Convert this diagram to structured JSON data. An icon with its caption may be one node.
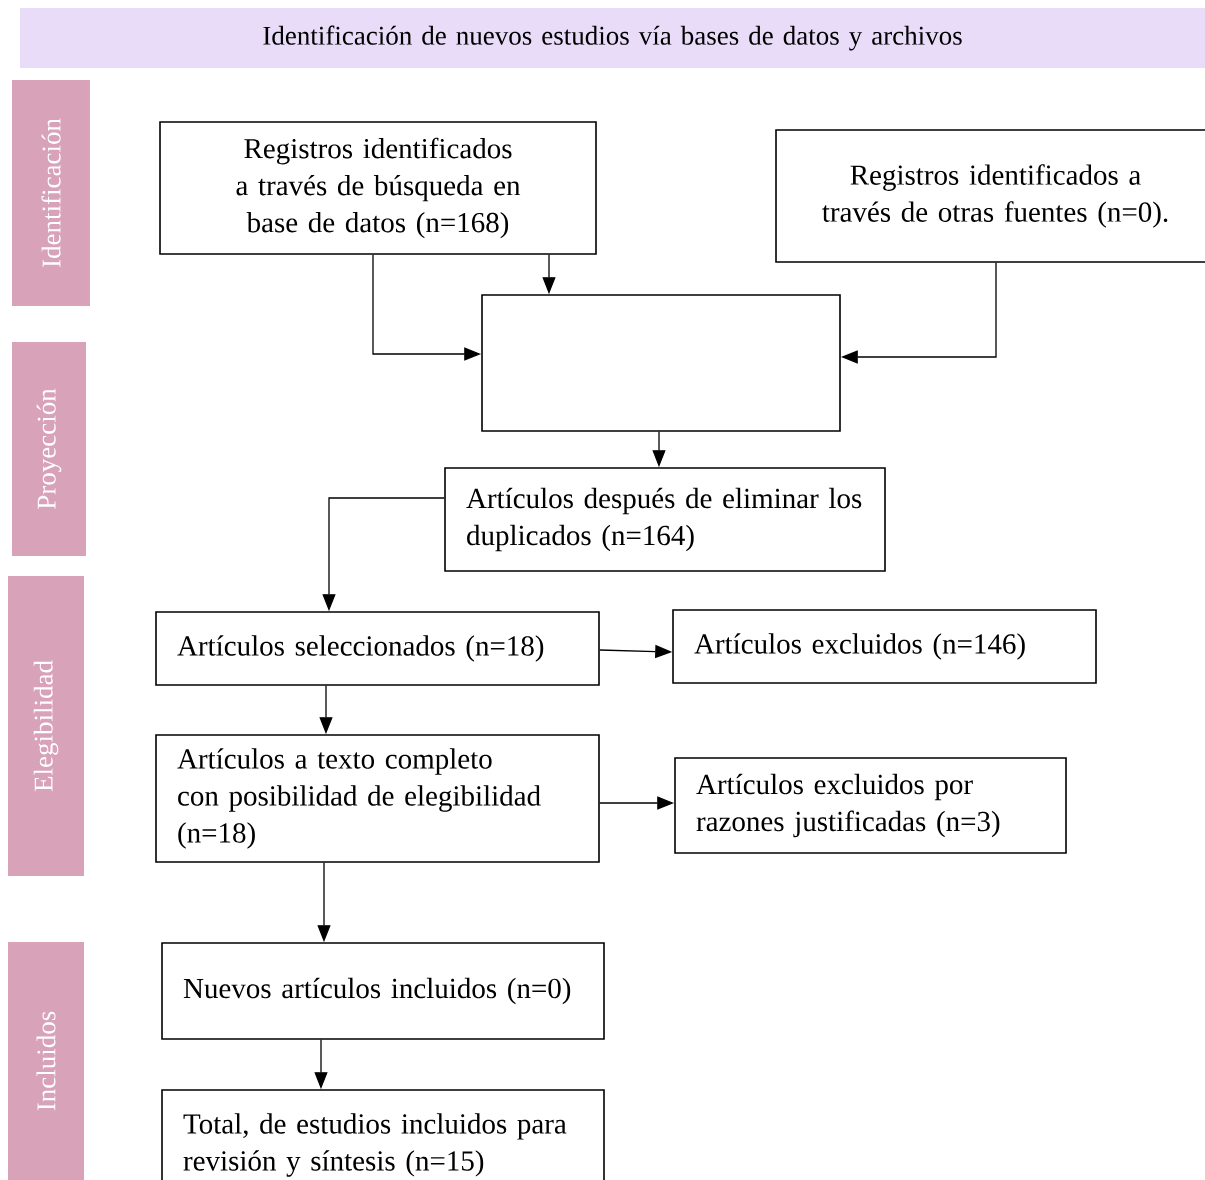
{
  "diagram": {
    "nodes": [
      {
        "text": [
          "Identificación de nuevos estudios vía bases de datos y archivos"
        ]
      },
      {
        "text": [
          "Identificación"
        ]
      },
      {
        "text": [
          "Proyección"
        ]
      },
      {
        "text": [
          "Elegibilidad"
        ]
      },
      {
        "text": [
          "Incluidos"
        ]
      },
      {
        "text": [
          "Registros identificados a través de búsqueda en base de datos (n=168)"
        ]
      },
      {
        "text": [
          "Registros identificados a través de otras fuentes (n=0)."
        ]
      },
      {
        "text": [],
        "shape": "box"
      },
      {
        "text": [
          "Artículos después de eliminar los duplicados (n=164)"
        ]
      },
      {
        "text": [
          "Artículos seleccionados (n=18)"
        ]
      },
      {
        "text": [
          "Artículos excluidos (n=146)"
        ]
      },
      {
        "text": [
          "Artículos a texto completo con posibilidad de elegibilidad (n=18)"
        ]
      },
      {
        "text": [
          "Artículos excluidos por razones justificadas (n=3)"
        ]
      },
      {
        "text": [
          "Nuevos artículos incluidos (n=0)"
        ]
      },
      {
        "text": [
          "Total, de estudios incluidos para revisión y síntesis (n=15)"
        ]
      }
    ],
    "edges": [
      {
        "from": 5,
        "to": 7,
        "arrow": "to"
      },
      {
        "from": 5,
        "to": 7,
        "arrow": "to"
      },
      {
        "from": 6,
        "to": 7,
        "arrow": "to"
      },
      {
        "from": 7,
        "to": 8,
        "arrow": "to"
      },
      {
        "from": 8,
        "to": 9,
        "arrow": "to"
      },
      {
        "from": 9,
        "to": 10,
        "arrow": "to"
      },
      {
        "from": 9,
        "to": 11,
        "arrow": "to"
      },
      {
        "from": 11,
        "to": 12,
        "arrow": "to"
      },
      {
        "from": 11,
        "to": 13,
        "arrow": "to"
      },
      {
        "from": 13,
        "to": 14,
        "arrow": "to"
      }
    ]
  }
}
